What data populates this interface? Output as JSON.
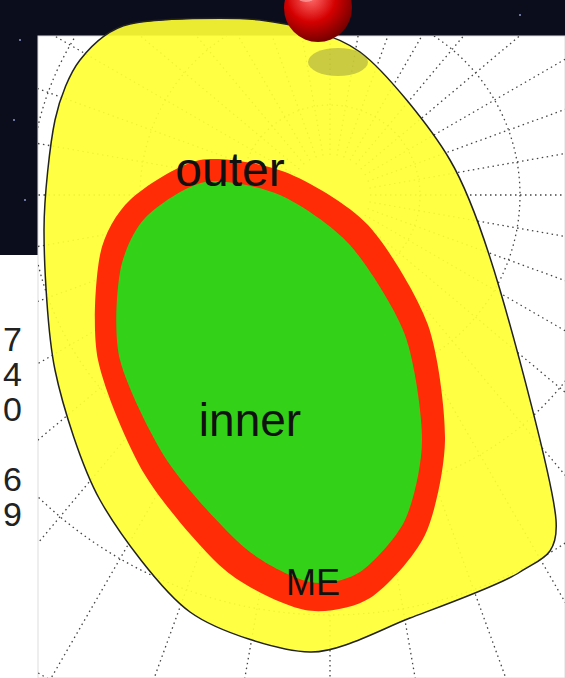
{
  "diagram": {
    "nodes": [
      {
        "text": [
          "outer"
        ]
      },
      {
        "text": [
          "ME"
        ],
        "in": 0
      },
      {
        "text": [
          "inner"
        ],
        "in": 1
      }
    ],
    "labels": [
      "7",
      "4",
      "0",
      "6",
      "9"
    ]
  }
}
